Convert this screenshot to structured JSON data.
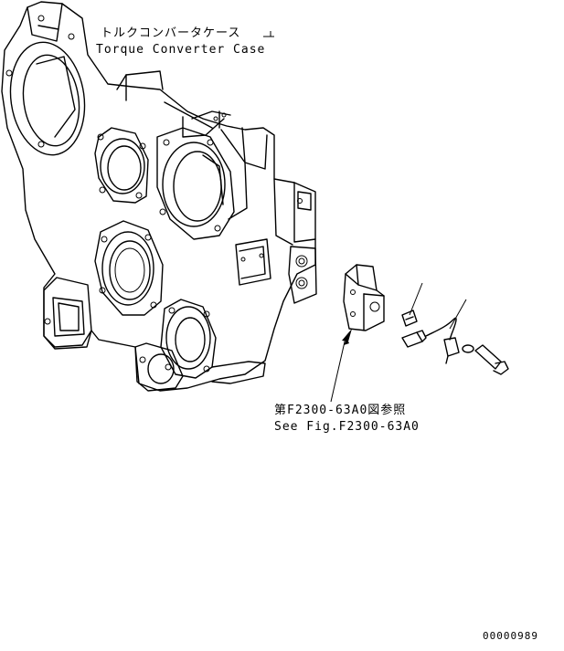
{
  "labels": {
    "case_jp": "トルクコンバータケース",
    "case_en": "Torque Converter Case",
    "ref_jp": "第F2300-63A0図参照",
    "ref_en": "See Fig.F2300-63A0",
    "drawing_no": "00000989"
  },
  "colors": {
    "line": "#000000",
    "background": "#ffffff"
  }
}
